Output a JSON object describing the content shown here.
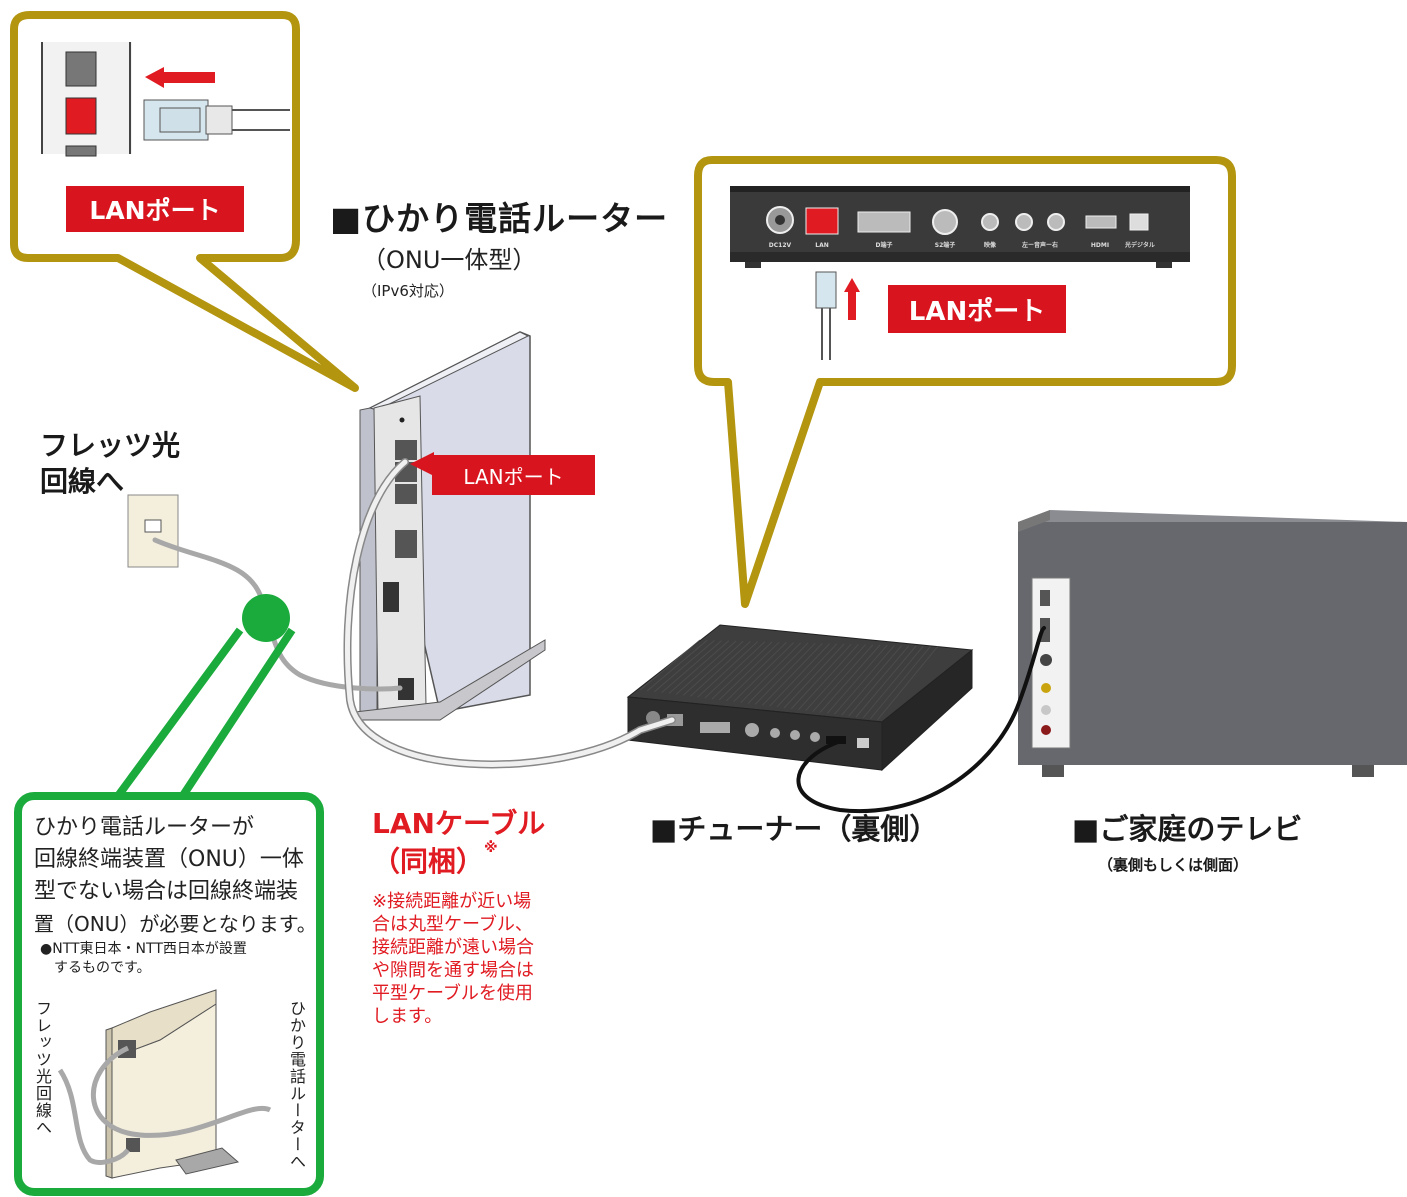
{
  "router": {
    "title": "■ひかり電話ルーター",
    "subtitle": "（ONU一体型）",
    "subtitle2": "（IPv6対応）",
    "lan_port_label": "LANポート"
  },
  "callout_router": {
    "lan_port_label": "LANポート"
  },
  "callout_tuner": {
    "lan_port_label": "LANポート",
    "port_labels": [
      "DC12V",
      "LAN",
      "D端子",
      "S2端子",
      "映像",
      "左ー音声ー右",
      "HDMI",
      "光デジタル"
    ]
  },
  "flets": {
    "line1": "フレッツ光",
    "line2": "回線へ"
  },
  "lan_cable": {
    "title": "LANケーブル",
    "subtitle": "（同梱）",
    "mark": "※",
    "note": [
      "※接続距離が近い場",
      "合は丸型ケーブル、",
      "接続距離が遠い場合",
      "や隙間を通す場合は",
      "平型ケーブルを使用",
      "します。"
    ]
  },
  "tuner": {
    "title": "■チューナー（裏側）"
  },
  "tv": {
    "title": "■ご家庭のテレビ",
    "subtitle": "（裏側もしくは側面）"
  },
  "onu_box": {
    "lines": [
      "ひかり電話ルーターが",
      "回線終端装置（ONU）一体",
      "型でない場合は回線終端装",
      "置（ONU）が必要となります。"
    ],
    "note": [
      "●NTT東日本・NTT西日本が設置",
      "するものです。"
    ],
    "left_vertical": "フレッツ光回線へ",
    "right_vertical": "ひかり電話ルーターへ"
  },
  "colors": {
    "callout_border": "#b3950f",
    "onu_border": "#1aab3c",
    "port_red": "#d8141e",
    "cable_gray": "#9a9a9a"
  }
}
